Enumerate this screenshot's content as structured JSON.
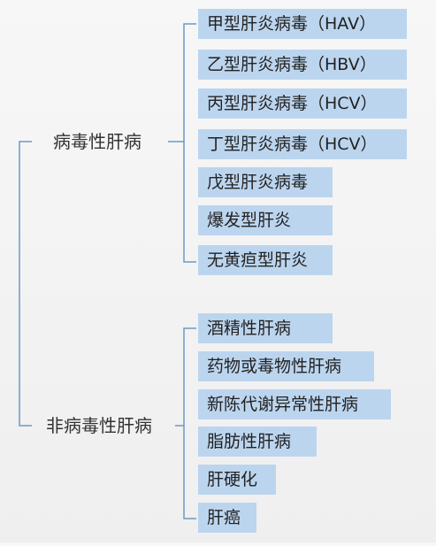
{
  "groups": [
    {
      "label": "病毒性肝病",
      "items": [
        "甲型肝炎病毒（HAV）",
        "乙型肝炎病毒（HBV）",
        "丙型肝炎病毒（HCV）",
        "丁型肝炎病毒（HCV）",
        "戊型肝炎病毒",
        "爆发型肝炎",
        "无黄疸型肝炎"
      ]
    },
    {
      "label": "非病毒性肝病",
      "items": [
        "酒精性肝病",
        "药物或毒物性肝病",
        "新陈代谢异常性肝病",
        "脂肪性肝病",
        "肝硬化",
        "肝癌"
      ]
    }
  ],
  "colors": {
    "box": "#bcd5ef",
    "line": "#6f98c4",
    "text": "#222222"
  }
}
